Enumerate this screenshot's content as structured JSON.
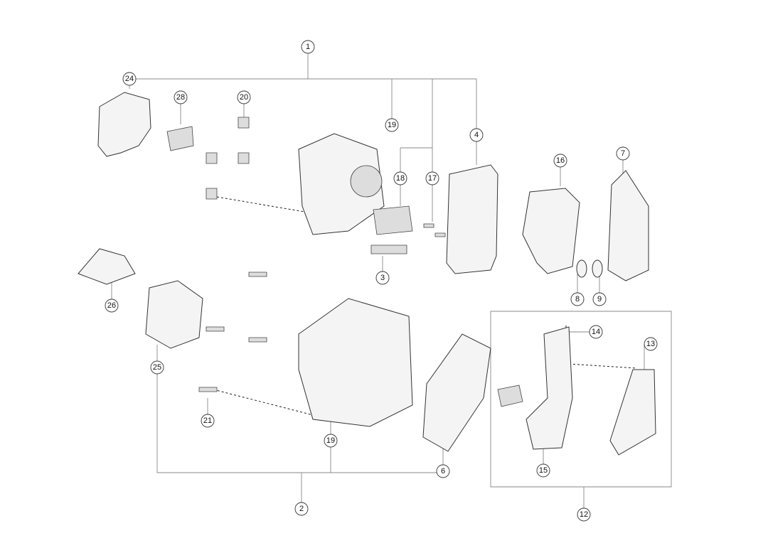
{
  "diagram": {
    "type": "exploded-parts-view",
    "callouts": [
      "1",
      "24",
      "28",
      "20",
      "19",
      "4",
      "7",
      "16",
      "18",
      "17",
      "3",
      "26",
      "8",
      "9",
      "14",
      "13",
      "25",
      "21",
      "19",
      "6",
      "15",
      "2",
      "12"
    ]
  }
}
